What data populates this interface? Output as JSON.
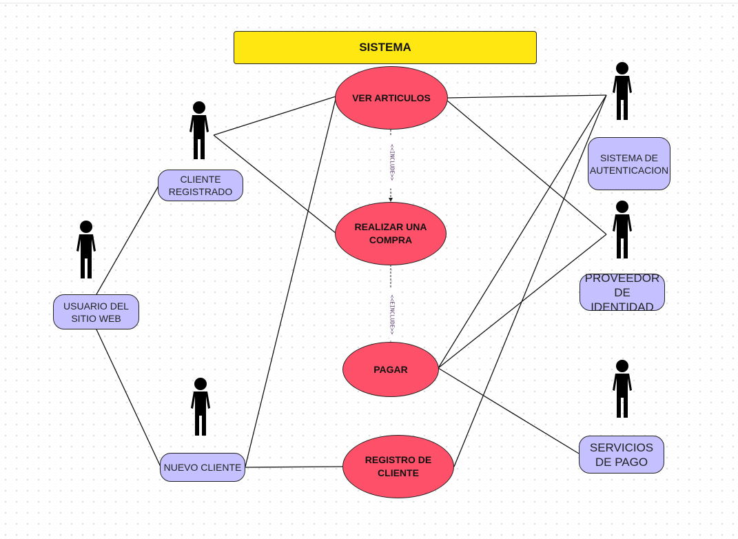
{
  "title": "SISTEMA",
  "use_cases": {
    "ver_articulos": "VER ARTICULOS",
    "realizar_compra": "REALIZAR UNA COMPRA",
    "pagar": "PAGAR",
    "registro_cliente": "REGISTRO DE CLIENTE"
  },
  "actors": {
    "cliente_registrado": "CLIENTE REGISTRADO",
    "usuario_sitio_web": "USUARIO DEL SITIO WEB",
    "nuevo_cliente": "NUEVO CLIENTE",
    "sistema_autenticacion": "SISTEMA DE AUTENTICACION",
    "proveedor_identidad": "PROVEEDOR DE IDENTIDAD",
    "servicios_pago": "SERVICIOS DE PAGO"
  },
  "relations": {
    "include_1": "<<INCLUDE>>",
    "include_2": "<<EINCLUDE>>"
  },
  "colors": {
    "title_bg": "#ffe812",
    "use_case_fill": "#fe5068",
    "actor_label_fill": "#c5c0ff",
    "actor_figure": "#000000"
  }
}
